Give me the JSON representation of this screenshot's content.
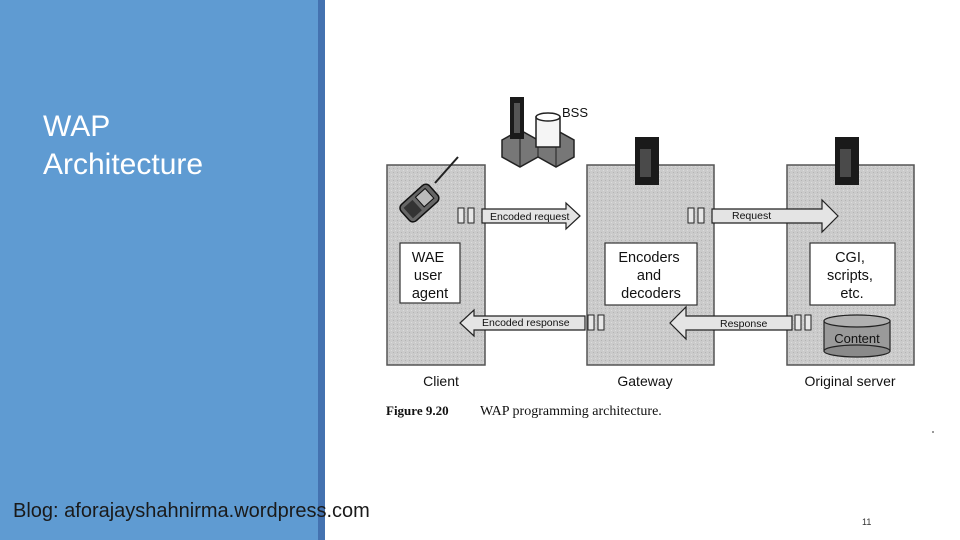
{
  "slide": {
    "title_line1": "WAP",
    "title_line2": "Architecture",
    "blog": "Blog: aforajayshahnirma.wordpress.com",
    "page_number": "11"
  },
  "figure": {
    "bss_label": "BSS",
    "nodes": {
      "client": "Client",
      "gateway": "Gateway",
      "server": "Original server"
    },
    "boxes": {
      "wae": [
        "WAE",
        "user",
        "agent"
      ],
      "encoders": [
        "Encoders",
        "and",
        "decoders"
      ],
      "cgi": [
        "CGI,",
        "scripts,",
        "etc."
      ],
      "content": "Content"
    },
    "arrows": {
      "encoded_request": "Encoded request",
      "request": "Request",
      "encoded_response": "Encoded response",
      "response": "Response"
    },
    "caption_label": "Figure 9.20",
    "caption_text": "WAP programming architecture."
  },
  "colors": {
    "sidebar": "#5f9bd2",
    "sidebar_edge": "#4472b0",
    "panel_fill": "#c8c8c8"
  }
}
